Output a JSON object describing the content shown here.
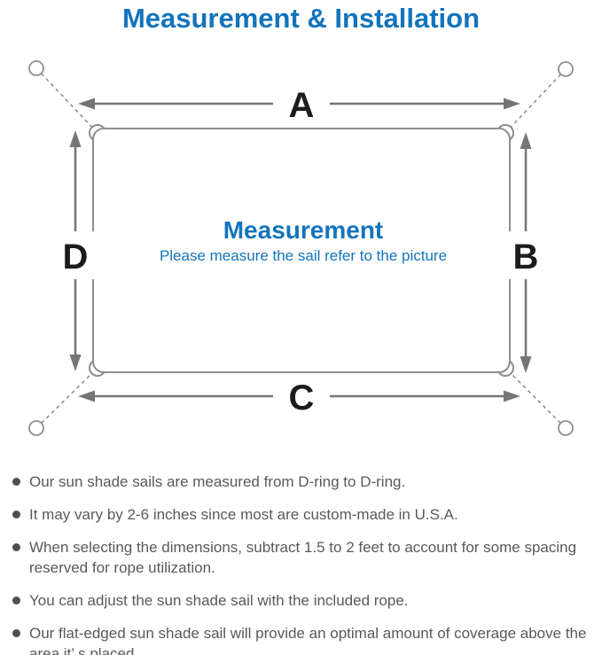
{
  "page": {
    "title": "Measurement & Installation"
  },
  "colors": {
    "accent_blue": "#1274bc",
    "line_gray": "#8e8e8e",
    "arrow_gray": "#757575",
    "label_black": "#1c1c1c",
    "body_text_gray": "#595959"
  },
  "diagram": {
    "center_title": "Measurement",
    "center_subtitle": "Please measure the sail refer to the picture",
    "side_labels": {
      "top": "A",
      "right": "B",
      "bottom": "C",
      "left": "D"
    },
    "shapes": {
      "sail": "rounded-rectangle with D-ring at each corner",
      "anchors": "4 corner anchor circles connected by dashed ropes",
      "dimension_arrows": "double-headed arrows A (top), B (right), C (bottom), D (left)"
    }
  },
  "notes": {
    "items": [
      "Our sun shade sails are measured from D-ring to D-ring.",
      "It may vary by 2-6 inches since most are custom-made in U.S.A.",
      "When selecting the dimensions, subtract 1.5 to 2 feet to account for some spacing reserved for rope utilization.",
      "You can adjust the sun shade sail with the included rope.",
      "Our flat-edged sun shade sail will provide an optimal amount of coverage above the area it’ s placed."
    ]
  }
}
